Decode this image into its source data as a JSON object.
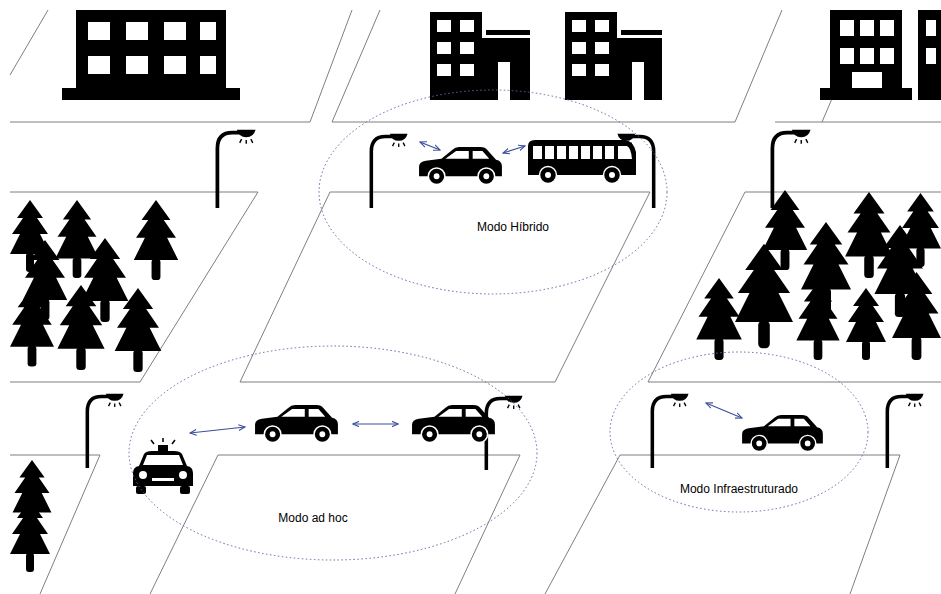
{
  "diagram": {
    "nodes": [
      {
        "text": [
          "Modo Híbrido"
        ]
      },
      {
        "text": [
          "Modo ad hoc"
        ]
      },
      {
        "text": [
          "Modo Infraestruturado"
        ]
      }
    ]
  }
}
